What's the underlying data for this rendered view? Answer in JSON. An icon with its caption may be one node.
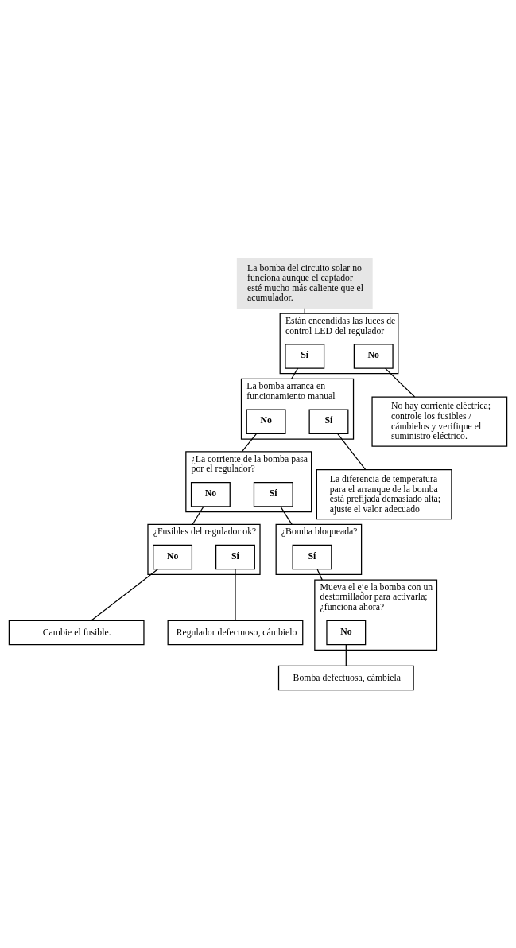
{
  "diagram": {
    "nodes": [
      {
        "text": [
          "La bomba del circuito solar no funciona aunque el captador esté mucho más caliente que el acumulador."
        ]
      },
      {
        "text": [
          "Están encendidas las luces de control LED del regulador"
        ]
      },
      {
        "text": [
          "Sí"
        ],
        "in": 1
      },
      {
        "text": [
          "No"
        ],
        "in": 1
      },
      {
        "text": [
          "No hay corriente eléctrica; controle los fusibles / cámbielos y verifique el suministro eléctrico."
        ]
      },
      {
        "text": [
          "La bomba arranca en funcionamiento manual"
        ]
      },
      {
        "text": [
          "No"
        ],
        "in": 5
      },
      {
        "text": [
          "Sí"
        ],
        "in": 5
      },
      {
        "text": [
          "La diferencia de temperatura para el arranque de la bomba está prefijada demasiado alta; ajuste el valor adecuado"
        ]
      },
      {
        "text": [
          "¿La corriente de la bomba pasa por el regulador?"
        ]
      },
      {
        "text": [
          "No"
        ],
        "in": 9
      },
      {
        "text": [
          "Sí"
        ],
        "in": 9
      },
      {
        "text": [
          "¿Bomba bloqueada?"
        ]
      },
      {
        "text": [
          "Sí"
        ],
        "in": 12
      },
      {
        "text": [
          "Mueva el eje la bomba con un destornillador para activarla; ¿funciona ahora?"
        ]
      },
      {
        "text": [
          "No"
        ],
        "in": 14
      },
      {
        "text": [
          "Bomba defectuosa, cámbiela"
        ]
      },
      {
        "text": [
          "¿Fusibles del regulador ok?"
        ]
      },
      {
        "text": [
          "No"
        ],
        "in": 17
      },
      {
        "text": [
          "Sí"
        ],
        "in": 17
      },
      {
        "text": [
          "Cambie el fusible."
        ]
      },
      {
        "text": [
          "Regulador defectuoso, cámbielo"
        ]
      }
    ],
    "edges": [
      {
        "from": 0,
        "to": 1,
        "arrow": "none"
      },
      {
        "from": 3,
        "to": 4,
        "arrow": "none"
      },
      {
        "from": 2,
        "to": 5,
        "arrow": "none"
      },
      {
        "from": 7,
        "to": 8,
        "arrow": "none"
      },
      {
        "from": 6,
        "to": 9,
        "arrow": "none"
      },
      {
        "from": 11,
        "to": 12,
        "arrow": "none"
      },
      {
        "from": 13,
        "to": 14,
        "arrow": "none"
      },
      {
        "from": 15,
        "to": 16,
        "arrow": "none"
      },
      {
        "from": 10,
        "to": 17,
        "arrow": "none"
      },
      {
        "from": 18,
        "to": 20,
        "arrow": "none"
      },
      {
        "from": 19,
        "to": 21,
        "arrow": "none"
      }
    ]
  }
}
